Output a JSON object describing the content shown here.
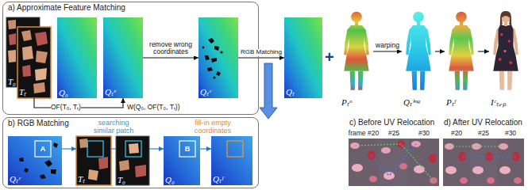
{
  "diagram": {
    "nodes": [
      {
        "text": [
          "a) Approximate Feature Matching"
        ]
      },
      {
        "text": [
          "T₀"
        ],
        "in": 0
      },
      {
        "text": [
          "Tₜ"
        ],
        "in": 0
      },
      {
        "text": [
          "Q₀"
        ],
        "in": 0
      },
      {
        "text": [
          "Qₜᵉ"
        ],
        "in": 0
      },
      {
        "text": [
          "Qₜᶜ"
        ],
        "in": 0
      },
      {
        "text": [
          "Qₜ"
        ]
      },
      {
        "text": [
          "Pₜᵒ"
        ]
      },
      {
        "text": [
          "Qₜⁱᵐᵍ"
        ]
      },
      {
        "text": [
          "Pₜᶠ"
        ]
      },
      {
        "text": [
          "Iᶜₜ,ᵣₚ"
        ]
      },
      {
        "text": [
          "b) RGB Matching"
        ]
      },
      {
        "text": [
          "Qₜᶜ"
        ],
        "in": 11
      },
      {
        "text": [
          "Tₜ"
        ],
        "in": 11
      },
      {
        "text": [
          "T₀"
        ],
        "in": 11
      },
      {
        "text": [
          "Q₀"
        ],
        "in": 11
      },
      {
        "text": [
          "Qₜᶠ"
        ],
        "in": 11
      },
      {
        "text": [
          "c) Before UV Relocation"
        ]
      },
      {
        "text": [
          "frame #20"
        ],
        "in": 17
      },
      {
        "text": [
          "#25"
        ],
        "in": 17
      },
      {
        "text": [
          "#30"
        ],
        "in": 17
      },
      {
        "text": [
          "d) After UV Relocation"
        ]
      },
      {
        "text": [
          "#20"
        ],
        "in": 21
      },
      {
        "text": [
          "#25"
        ],
        "in": 21
      },
      {
        "text": [
          "#30"
        ],
        "in": 21
      }
    ],
    "edges": [
      {
        "from": 2,
        "to": 4,
        "arrow": "to",
        "label": "W(Q₀, OF(T₀, Tₜ))"
      },
      {
        "from": 4,
        "to": 5,
        "arrow": "to",
        "label": "remove wrong coordinates"
      },
      {
        "from": 5,
        "to": 6,
        "arrow": "to",
        "label": "RGB Matching"
      },
      {
        "from": 7,
        "to": 8,
        "arrow": "to",
        "label": "warping"
      },
      {
        "from": 8,
        "to": 9,
        "arrow": "to"
      },
      {
        "from": 9,
        "to": 10,
        "arrow": "to"
      },
      {
        "from": 12,
        "to": 13,
        "arrow": "to"
      },
      {
        "from": 13,
        "to": 14,
        "arrow": "none"
      },
      {
        "from": 14,
        "to": 15,
        "arrow": "to"
      },
      {
        "from": 15,
        "to": 16,
        "arrow": "to"
      }
    ],
    "labels": [
      "OF(T₀, Tₜ)",
      "+",
      "searching similar patch",
      "A",
      "fill-in empty coordinates",
      "B"
    ]
  }
}
